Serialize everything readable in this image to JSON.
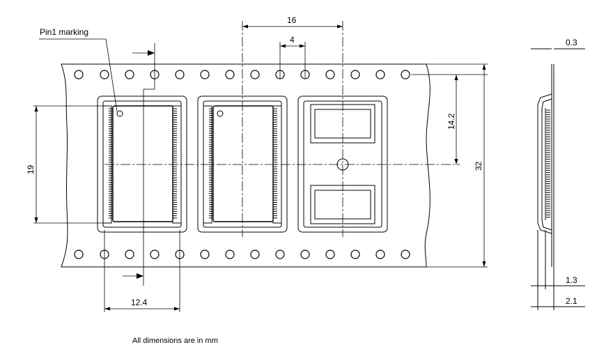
{
  "labels": {
    "pin1_marking": "Pin1 marking",
    "footnote": "All dimensions are in mm"
  },
  "dimensions": {
    "pitch_component": "16",
    "pitch_sprocket": "4",
    "tape_thickness": "0.3",
    "sprocket_to_center": "14.2",
    "tape_width": "32",
    "pocket_length": "19",
    "pocket_width": "12.4",
    "pocket_depth_inner": "1.3",
    "pocket_depth_outer": "2.1"
  }
}
